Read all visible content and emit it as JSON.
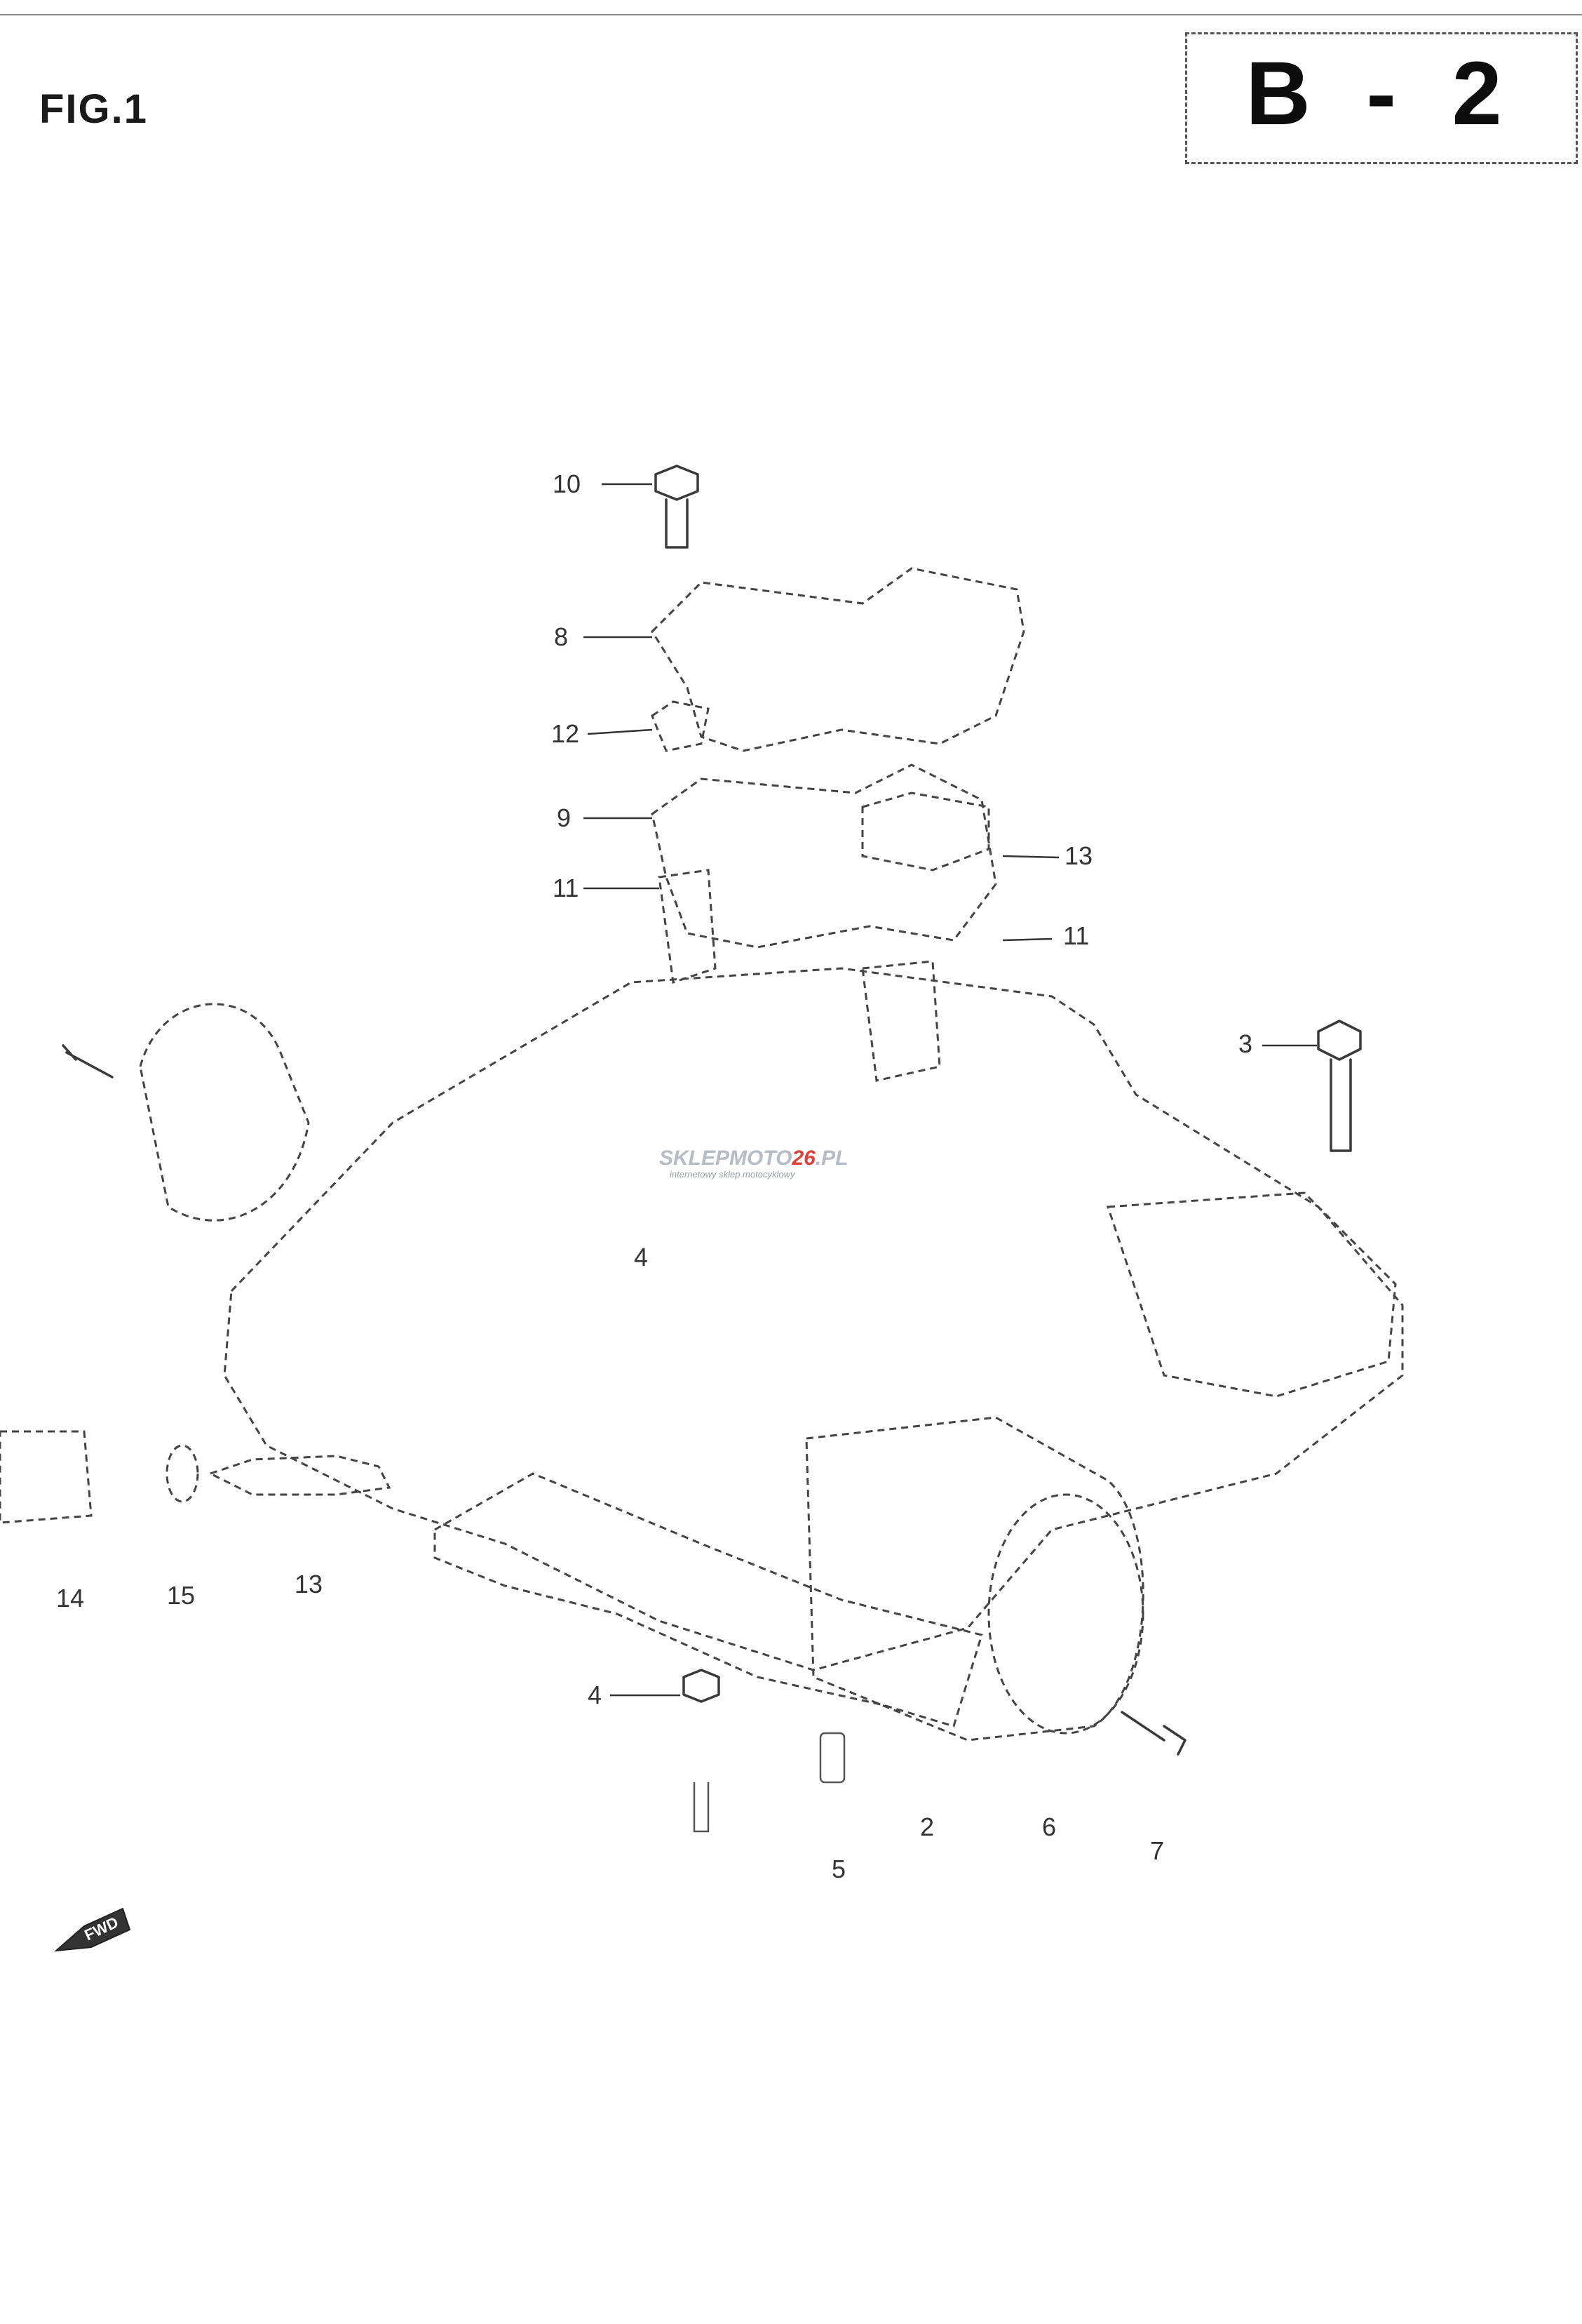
{
  "header": {
    "figure_label": "FIG.1",
    "page_code": "B - 2"
  },
  "watermark": {
    "brand_left": "SKLEPMOTO",
    "brand_badge": "26",
    "brand_right": ".PL",
    "tagline": "internetowy sklep motocyklowy"
  },
  "fwd_marker": "FWD",
  "callouts": [
    {
      "id": "c10",
      "label": "10"
    },
    {
      "id": "c8",
      "label": "8"
    },
    {
      "id": "c12",
      "label": "12"
    },
    {
      "id": "c9",
      "label": "9"
    },
    {
      "id": "c13a",
      "label": "13"
    },
    {
      "id": "c11a",
      "label": "11"
    },
    {
      "id": "c11b",
      "label": "11"
    },
    {
      "id": "c3",
      "label": "3"
    },
    {
      "id": "c4a",
      "label": "4"
    },
    {
      "id": "c14",
      "label": "14"
    },
    {
      "id": "c15",
      "label": "15"
    },
    {
      "id": "c13b",
      "label": "13"
    },
    {
      "id": "c4b",
      "label": "4"
    },
    {
      "id": "c2",
      "label": "2"
    },
    {
      "id": "c5",
      "label": "5"
    },
    {
      "id": "c6",
      "label": "6"
    },
    {
      "id": "c7",
      "label": "7"
    }
  ]
}
